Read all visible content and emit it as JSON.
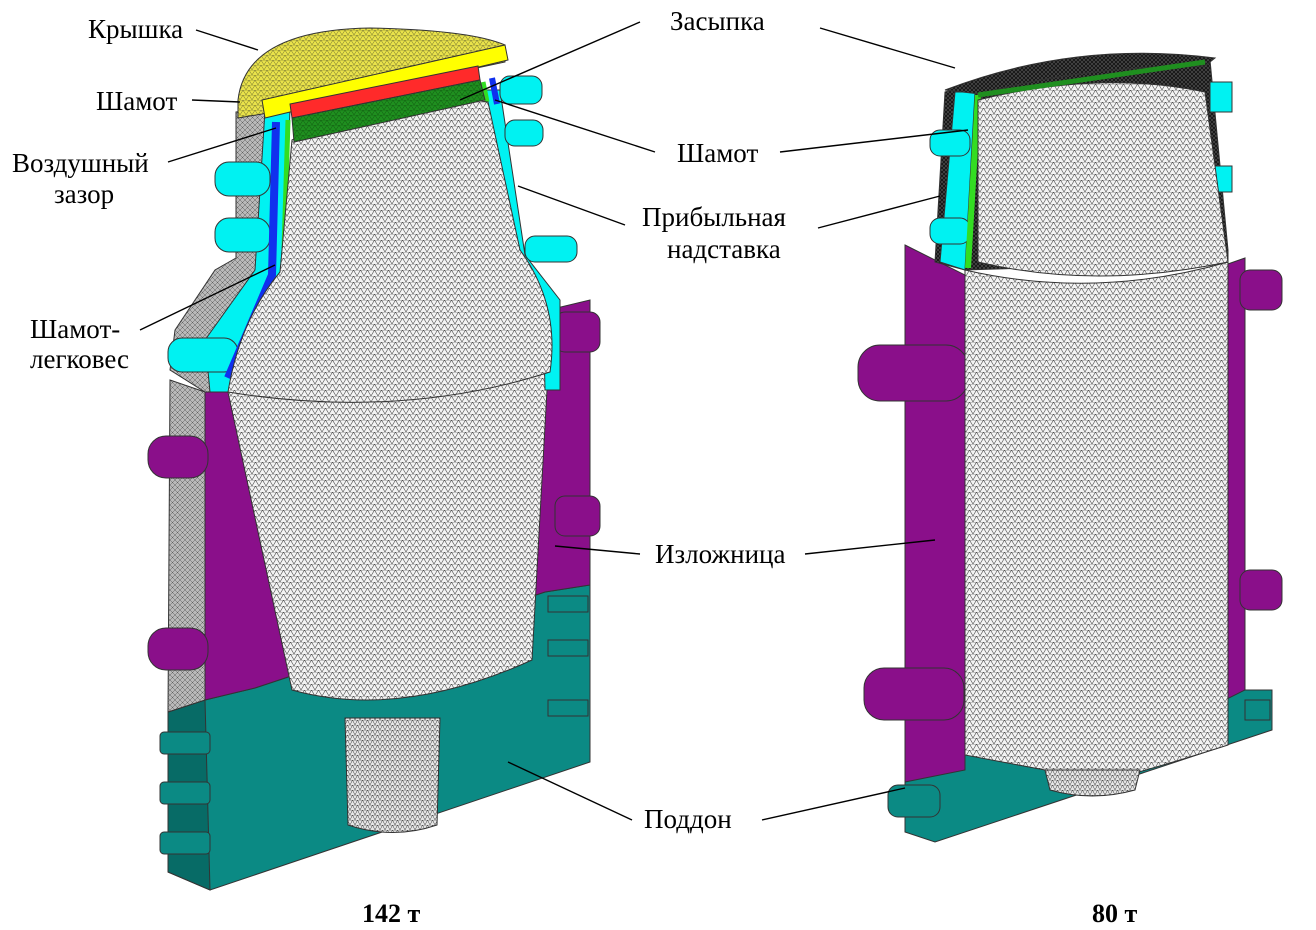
{
  "labels": {
    "lid": "Крышка",
    "fireclay_left": "Шамот",
    "air_gap_1": "Воздушный",
    "air_gap_2": "зазор",
    "lightweight_1": "Шамот-",
    "lightweight_2": "легковес",
    "backfill": "Засыпка",
    "fireclay_right": "Шамот",
    "hot_top_1": "Прибыльная",
    "hot_top_2": "надставка",
    "mold": "Изложница",
    "bottom_plate": "Поддон"
  },
  "captions": {
    "left": "142 т",
    "right": "80 т"
  },
  "colors": {
    "lid": "#eee84a",
    "fireclay": "#ffff00",
    "red_layer": "#ff2a2a",
    "green_layer": "#1f8f1f",
    "bright_green": "#33dd22",
    "blue_layer": "#1030ee",
    "cyan": "#00f2f2",
    "mold": "#8a0f8a",
    "plate": "#0b8a84",
    "mesh_fill": "#f4f4f4",
    "mesh_line": "#3a3a3a",
    "dark_fill": "#151515"
  }
}
